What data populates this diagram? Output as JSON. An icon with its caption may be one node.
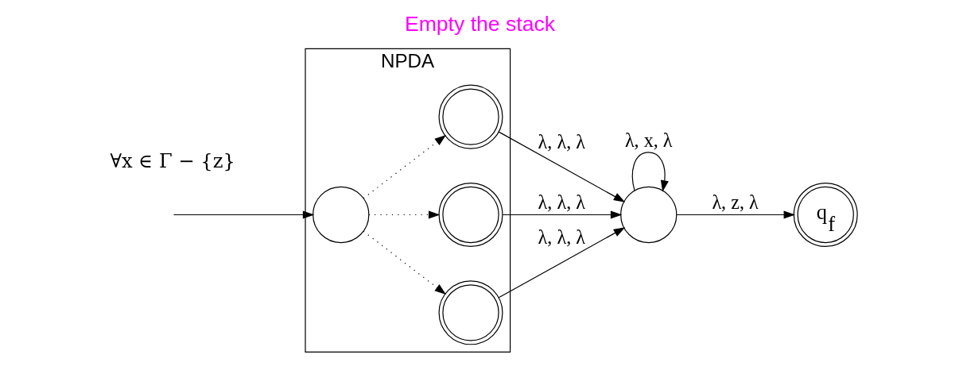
{
  "diagram": {
    "title": "Empty the stack",
    "nodes": [
      {
        "text": [
          "NPDA"
        ]
      },
      {
        "text": [],
        "shape": "circle",
        "in": 0
      },
      {
        "text": [],
        "shape": "circle",
        "in": 0
      },
      {
        "text": [],
        "shape": "circle",
        "in": 0
      },
      {
        "text": [],
        "shape": "circle",
        "in": 0
      },
      {
        "text": [],
        "shape": "circle"
      },
      {
        "text": [
          "q$_{f}$"
        ]
      }
    ],
    "edges": [
      {
        "from": null,
        "to": 1,
        "arrow": "to"
      },
      {
        "from": 1,
        "to": 2,
        "arrow": "to",
        "style": "dashed"
      },
      {
        "from": 1,
        "to": 3,
        "arrow": "to",
        "style": "dashed"
      },
      {
        "from": 1,
        "to": 4,
        "arrow": "to",
        "style": "dashed"
      },
      {
        "from": 2,
        "to": 5,
        "arrow": "to",
        "label": "λ, λ, λ"
      },
      {
        "from": 3,
        "to": 5,
        "arrow": "to",
        "label": "λ, λ, λ"
      },
      {
        "from": 4,
        "to": 5,
        "arrow": "to",
        "label": "λ, λ, λ"
      },
      {
        "from": 5,
        "to": 5,
        "arrow": "to",
        "label": "λ, x, λ"
      },
      {
        "from": 5,
        "to": 6,
        "arrow": "to",
        "label": "λ, z, λ"
      }
    ],
    "labels": [
      "∀x ∈ Γ − {z}"
    ]
  }
}
